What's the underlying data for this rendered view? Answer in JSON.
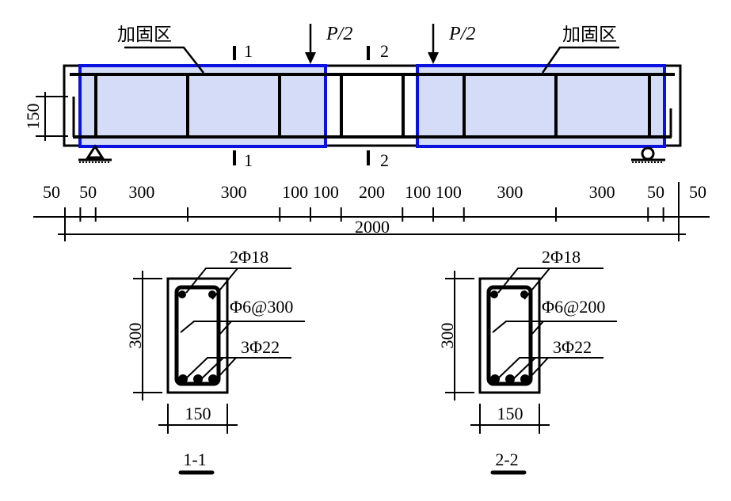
{
  "beam": {
    "zone_label_left": "加固区",
    "zone_label_right": "加固区",
    "load_left": "P/2",
    "load_right": "P/2",
    "section_mark_1": "1",
    "section_mark_2": "2",
    "height_dim": "150",
    "dims": [
      "50",
      "50",
      "300",
      "300",
      "100",
      "100",
      "200",
      "100",
      "100",
      "300",
      "300",
      "50",
      "50"
    ],
    "total_length": "2000",
    "zone_fill_color": "#d5dcf7",
    "zone_border_color": "#0a12e0"
  },
  "sections": [
    {
      "title": "1-1",
      "top_bars": "2Φ18",
      "stirrups": "Φ6@300",
      "bottom_bars": "3Φ22",
      "height": "300",
      "width": "150"
    },
    {
      "title": "2-2",
      "top_bars": "2Φ18",
      "stirrups": "Φ6@200",
      "bottom_bars": "3Φ22",
      "height": "300",
      "width": "150"
    }
  ]
}
